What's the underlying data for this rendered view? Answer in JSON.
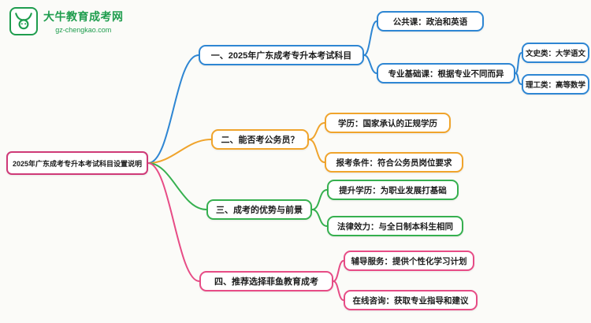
{
  "logo": {
    "title": "大牛教育成考网",
    "subtitle": "gz-chengkao.com",
    "icon": "bull-icon",
    "brand_color": "#1f9d4e"
  },
  "mindmap": {
    "root": {
      "label": "2025年广东成考专升本考试科目设置说明",
      "color": "#cf3a78"
    },
    "branches": [
      {
        "label": "一、2025年广东成考专升本考试科目",
        "color": "#2e86d3",
        "children": [
          {
            "label": "公共课：政治和英语"
          },
          {
            "label": "专业基础课：根据专业不同而异",
            "children": [
              {
                "label": "文史类：大学语文"
              },
              {
                "label": "理工类：高等数学"
              }
            ]
          }
        ]
      },
      {
        "label": "二、能否考公务员？",
        "color": "#f0a42c",
        "children": [
          {
            "label": "学历：国家承认的正规学历"
          },
          {
            "label": "报考条件：符合公务员岗位要求"
          }
        ]
      },
      {
        "label": "三、成考的优势与前景",
        "color": "#36b04f",
        "children": [
          {
            "label": "提升学历：为职业发展打基础"
          },
          {
            "label": "法律效力：与全日制本科生相同"
          }
        ]
      },
      {
        "label": "四、推荐选择菲鱼教育成考",
        "color": "#e74c86",
        "children": [
          {
            "label": "辅导服务：提供个性化学习计划"
          },
          {
            "label": "在线咨询：获取专业指导和建议"
          }
        ]
      }
    ]
  }
}
